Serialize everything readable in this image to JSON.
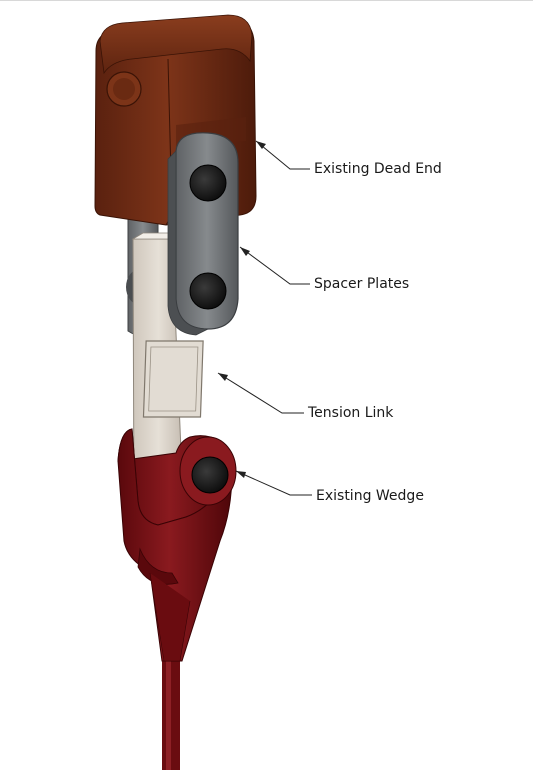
{
  "diagram": {
    "callouts": {
      "dead_end": "Existing Dead End",
      "spacer_plates": "Spacer Plates",
      "tension_link": "Tension Link",
      "wedge": "Existing Wedge"
    }
  },
  "colors": {
    "dead_end_brown": "#6e2c14",
    "dead_end_shadow": "#4a1a0a",
    "spacer_gray": "#6f7275",
    "tension_link_beige": "#ddd6cc",
    "wedge_red": "#7a0f14",
    "pin_black": "#1c1c1c",
    "leader_line": "#222222"
  }
}
